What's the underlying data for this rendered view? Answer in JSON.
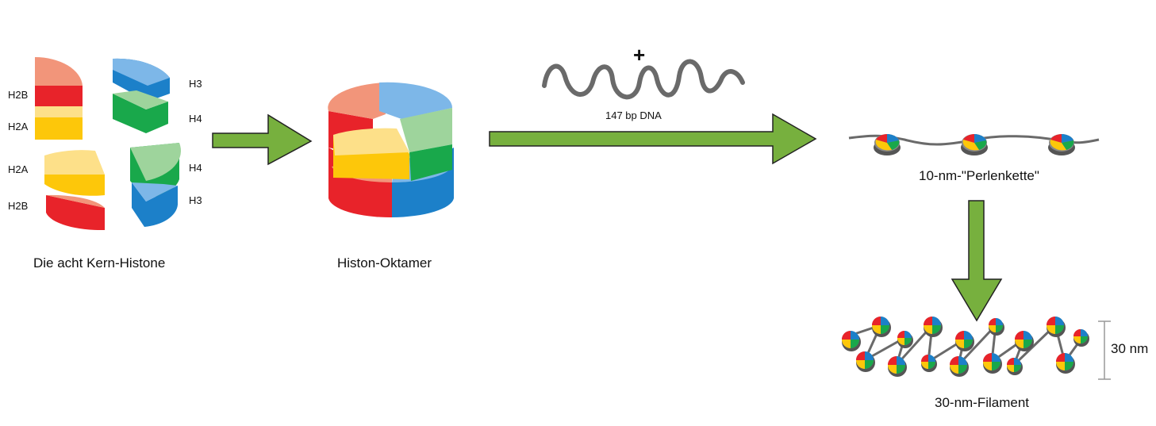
{
  "histone_labels": {
    "left_top_1": "H2B",
    "left_top_2": "H2A",
    "left_bottom_1": "H2A",
    "left_bottom_2": "H2B",
    "right_top_1": "H3",
    "right_top_2": "H4",
    "right_bottom_1": "H4",
    "right_bottom_2": "H3"
  },
  "captions": {
    "core_histones": "Die acht Kern-Histone",
    "octamer": "Histon-Oktamer",
    "beads": "10-nm-\"Perlenkette\"",
    "filament": "30-nm-Filament"
  },
  "dna": {
    "plus": "+",
    "label": "147 bp DNA"
  },
  "scale": {
    "label": "30 nm"
  },
  "colors": {
    "arrow": "#77b03e",
    "arrow_outline": "#222222",
    "h2b_light": "#f2957a",
    "h2b_dark": "#e8232a",
    "h2a_light": "#fde089",
    "h2a_dark": "#fdc70a",
    "h3_light": "#7db7e8",
    "h3_dark": "#1c80c9",
    "h4_light": "#9ed49c",
    "h4_dark": "#19a84b",
    "dna": "#6a6a6a"
  }
}
